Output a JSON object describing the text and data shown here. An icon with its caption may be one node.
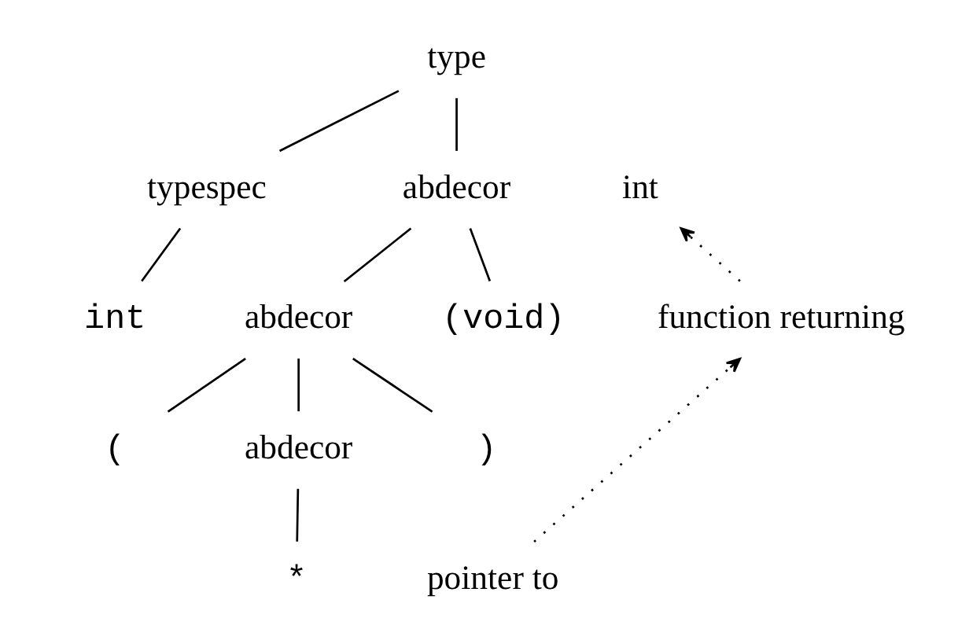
{
  "diagram": {
    "nodes": [
      {
        "text": [
          "type"
        ]
      },
      {
        "text": [
          "typespec"
        ]
      },
      {
        "text": [
          "abdecor"
        ]
      },
      {
        "text": [
          "int"
        ]
      },
      {
        "text": [
          "abdecor"
        ]
      },
      {
        "text": [
          "(void)"
        ]
      },
      {
        "text": [
          "("
        ]
      },
      {
        "text": [
          "abdecor"
        ]
      },
      {
        "text": [
          ")"
        ]
      },
      {
        "text": [
          "*"
        ]
      },
      {
        "text": [
          "int"
        ]
      },
      {
        "text": [
          "function returning"
        ]
      },
      {
        "text": [
          "pointer to"
        ]
      }
    ],
    "edges": [
      {
        "from": 0,
        "to": 1,
        "arrow": "none"
      },
      {
        "from": 0,
        "to": 2,
        "arrow": "none"
      },
      {
        "from": 1,
        "to": 3,
        "arrow": "none"
      },
      {
        "from": 2,
        "to": 4,
        "arrow": "none"
      },
      {
        "from": 2,
        "to": 5,
        "arrow": "none"
      },
      {
        "from": 4,
        "to": 6,
        "arrow": "none"
      },
      {
        "from": 4,
        "to": 7,
        "arrow": "none"
      },
      {
        "from": 4,
        "to": 8,
        "arrow": "none"
      },
      {
        "from": 7,
        "to": 9,
        "arrow": "none"
      },
      {
        "from": 12,
        "to": 11,
        "arrow": "to",
        "style": "dashed"
      },
      {
        "from": 11,
        "to": 10,
        "arrow": "to",
        "style": "dashed"
      }
    ]
  }
}
